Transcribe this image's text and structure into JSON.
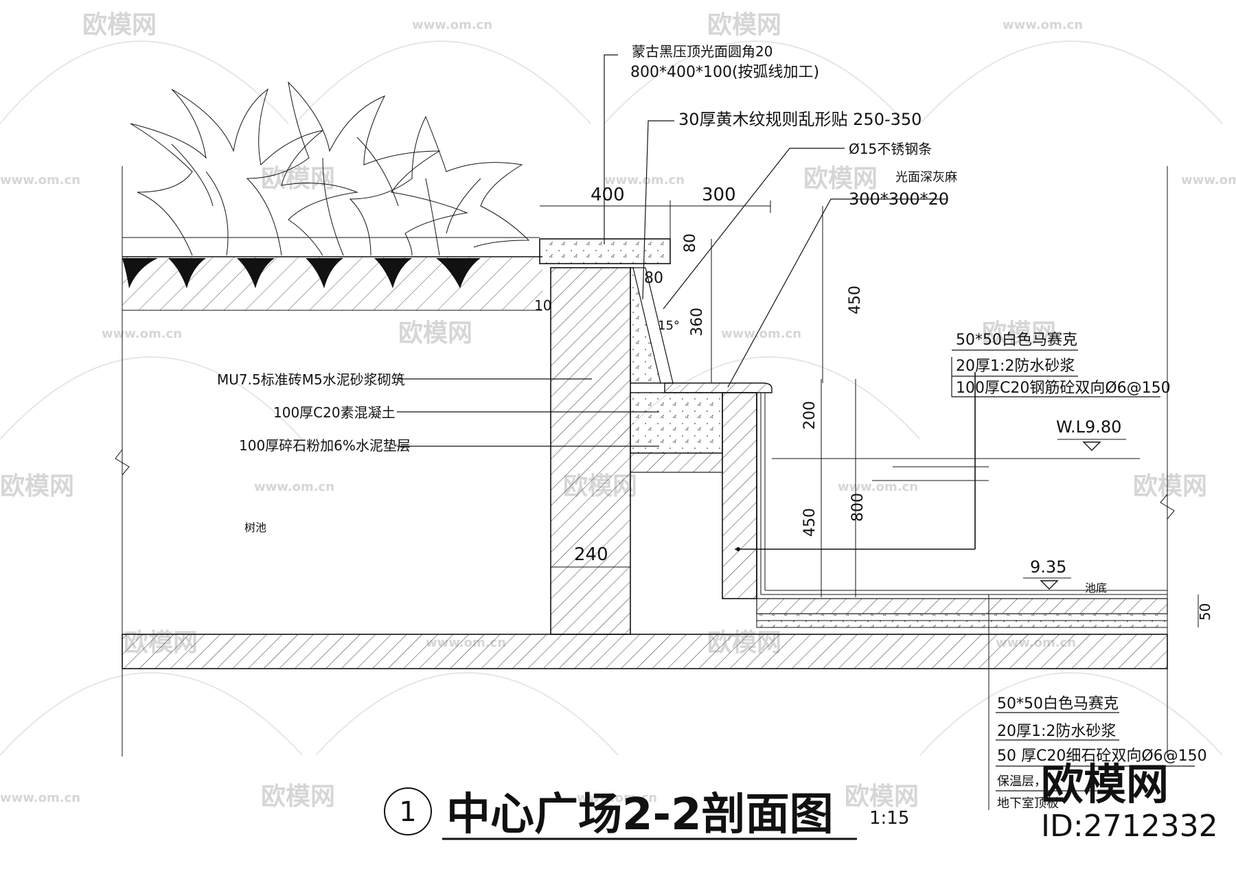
{
  "drawing": {
    "title": "中心广场2-2剖面图",
    "number": "1",
    "scale": "1:15"
  },
  "callouts": {
    "cap_stone_line1": "蒙古黑压顶光面圆角20",
    "cap_stone_line2": "800*400*100(按弧线加工)",
    "wood_veneer": "30厚黄木纹规则乱形贴 250-350",
    "steel_strip": "Ø15不锈钢条",
    "tile_line1": "光面深灰麻",
    "tile_line2": "300*300*20",
    "brick": "MU7.5标准砖M5水泥砂浆砌筑",
    "concrete": "100厚C20素混凝土",
    "gravel": "100厚碎石粉加6%水泥垫层",
    "tree_pit": "树池",
    "pool_wall_layers": [
      "50*50白色马赛克",
      "20厚1:2防水砂浆",
      "100厚C20钢筋砼双向Ø6@150"
    ],
    "pool_floor_layers": [
      "50*50白色马赛克",
      "20厚1:2防水砂浆",
      "50 厚C20细石砼双向Ø6@150",
      "保温层，",
      "地下室顶板"
    ],
    "water_level": "W.L9.80",
    "pool_bottom_level": "9.35",
    "pool_bottom": "池底"
  },
  "dimensions": {
    "d400": "400",
    "d300": "300",
    "d80a": "80",
    "d80b": "80",
    "d10": "10",
    "d15deg": "15°",
    "d360": "360",
    "d450a": "450",
    "d200": "200",
    "d450b": "450",
    "d800": "800",
    "d240": "240",
    "d50": "50"
  },
  "watermark": {
    "brand": "欧模网",
    "url": "www.om.cn",
    "id": "ID:2712332"
  }
}
